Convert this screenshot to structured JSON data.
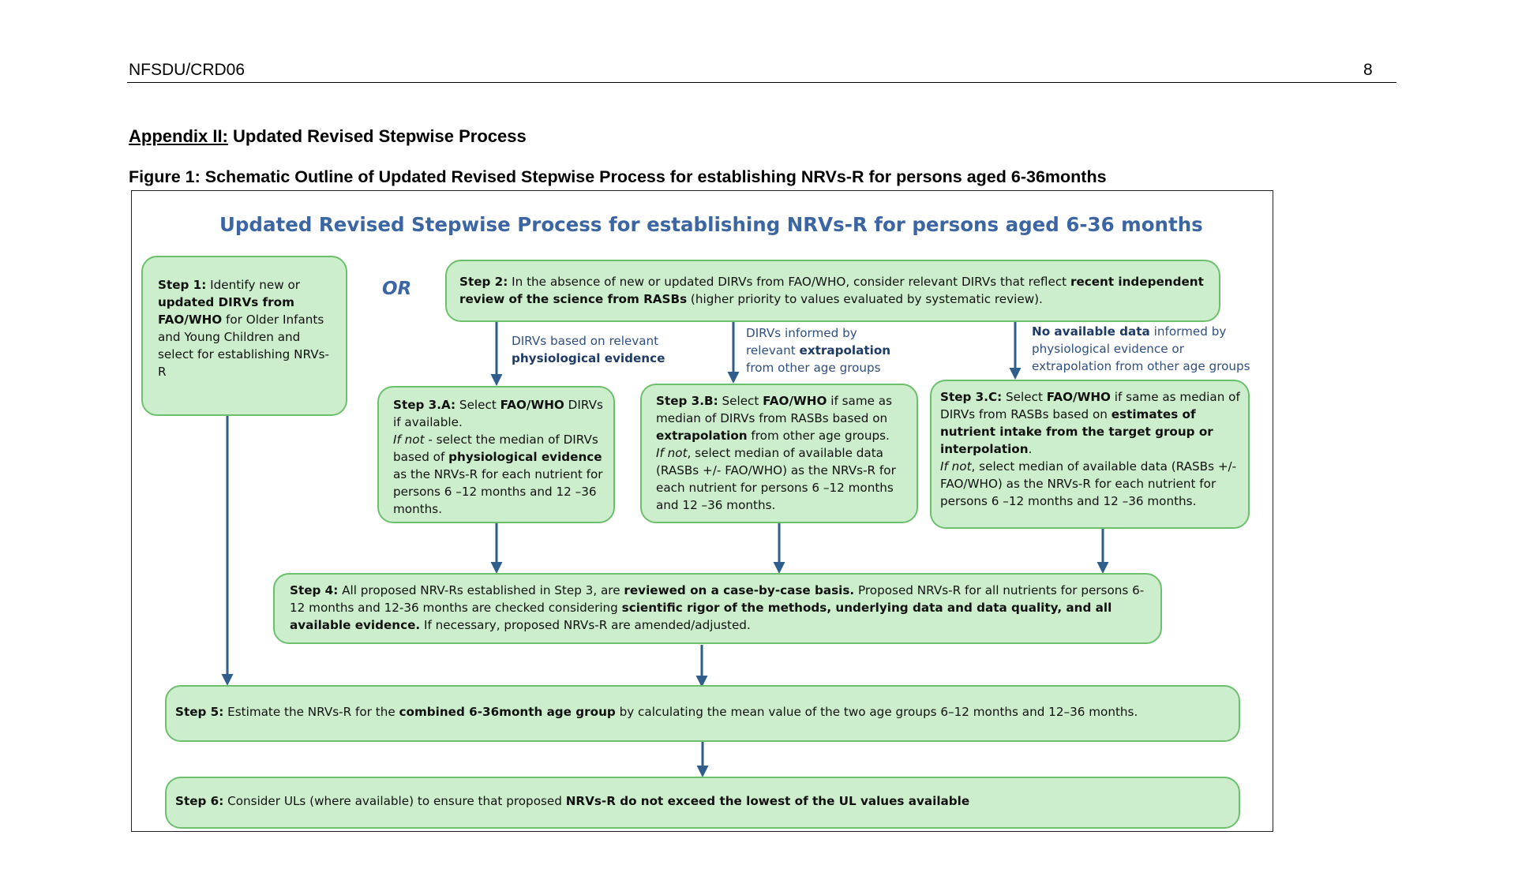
{
  "header": {
    "doc_id": "NFSDU/CRD06",
    "page_number": "8"
  },
  "appendix": {
    "label": "Appendix II:",
    "title": " Updated Revised Stepwise Process"
  },
  "figure_caption": "Figure 1: Schematic Outline of Updated Revised Stepwise Process for establishing NRVs-R for persons aged 6-36months",
  "diagram": {
    "title": "Updated Revised Stepwise Process for establishing NRVs-R for persons aged 6-36 months",
    "or_label": "OR",
    "step1": {
      "s1": "Step 1:",
      "s2": " Identify new or ",
      "s3": "updated DIRVs from FAO/WHO",
      "s4": " for Older Infants and Young Children and select for establishing NRVs-R"
    },
    "step2": {
      "s1": "Step 2:",
      "s2": " In the absence of new or updated DIRVs from FAO/WHO, consider relevant DIRVs that reflect ",
      "s3": "recent independent review of the science from RASBs",
      "s4": " (higher priority to values evaluated by systematic review)."
    },
    "label_a": {
      "s1": "DIRVs based on relevant ",
      "s2": "physiological evidence"
    },
    "label_b": {
      "s1": "DIRVs informed by relevant ",
      "s2": "extrapolation",
      "s3": " from other age groups"
    },
    "label_c": {
      "s1": "No available data",
      "s2": " informed by physiological evidence or extrapolation from other age groups"
    },
    "step3a": {
      "s1": "Step 3.A:",
      "s2": " Select ",
      "s3": "FAO/WHO",
      "s4": " DIRVs if available.",
      "s5": "If not",
      "s6": " - select the median of DIRVs based of ",
      "s7": "physiological evidence",
      "s8": " as the NRVs-R for each nutrient for persons 6 –12 months and 12 –36 months."
    },
    "step3b": {
      "s1": "Step 3.B:",
      "s2": " Select ",
      "s3": "FAO/WHO",
      "s4": " if same as median of DIRVs from RASBs based on ",
      "s5": "extrapolation",
      "s6": " from other age groups.",
      "s7": "If not",
      "s8": ", select median of available data (RASBs +/- FAO/WHO) as the NRVs-R for each nutrient for persons 6 –12 months and 12 –36 months."
    },
    "step3c": {
      "s1": "Step 3.C:",
      "s2": " Select ",
      "s3": "FAO/WHO",
      "s4": " if same as median of DIRVs from RASBs based on ",
      "s5": "estimates of nutrient intake from the target group or interpolation",
      "s6": ".",
      "s7": "If not",
      "s8": ", select median of available data (RASBs +/- FAO/WHO) as the NRVs-R for each nutrient for persons 6 –12 months and 12 –36 months."
    },
    "step4": {
      "s1": "Step 4:",
      "s2": " All proposed NRV-Rs established in Step 3,  are ",
      "s3": "reviewed on a case-by-case basis.",
      "s4": "  Proposed NRVs-R for all nutrients for persons 6-12 months and 12-36 months are checked considering ",
      "s5": "scientific rigor of the methods, underlying data and data quality, and all available evidence.",
      "s6": " If necessary, proposed NRVs-R are amended/adjusted."
    },
    "step5": {
      "s1": "Step 5:",
      "s2": " Estimate the NRVs-R for the ",
      "s3": "combined 6-36month age group",
      "s4": " by calculating the mean value of the two age groups 6–12 months and 12–36 months."
    },
    "step6": {
      "s1": "Step 6:",
      "s2": " Consider ULs (where available) to ensure that proposed ",
      "s3": "NRVs-R do not exceed the lowest of the UL values available"
    },
    "colors": {
      "title_blue": "#3b66a3",
      "box_fill": "#cdeecd",
      "box_border": "#6cc06c",
      "arrow": "#2f5d8c"
    }
  }
}
